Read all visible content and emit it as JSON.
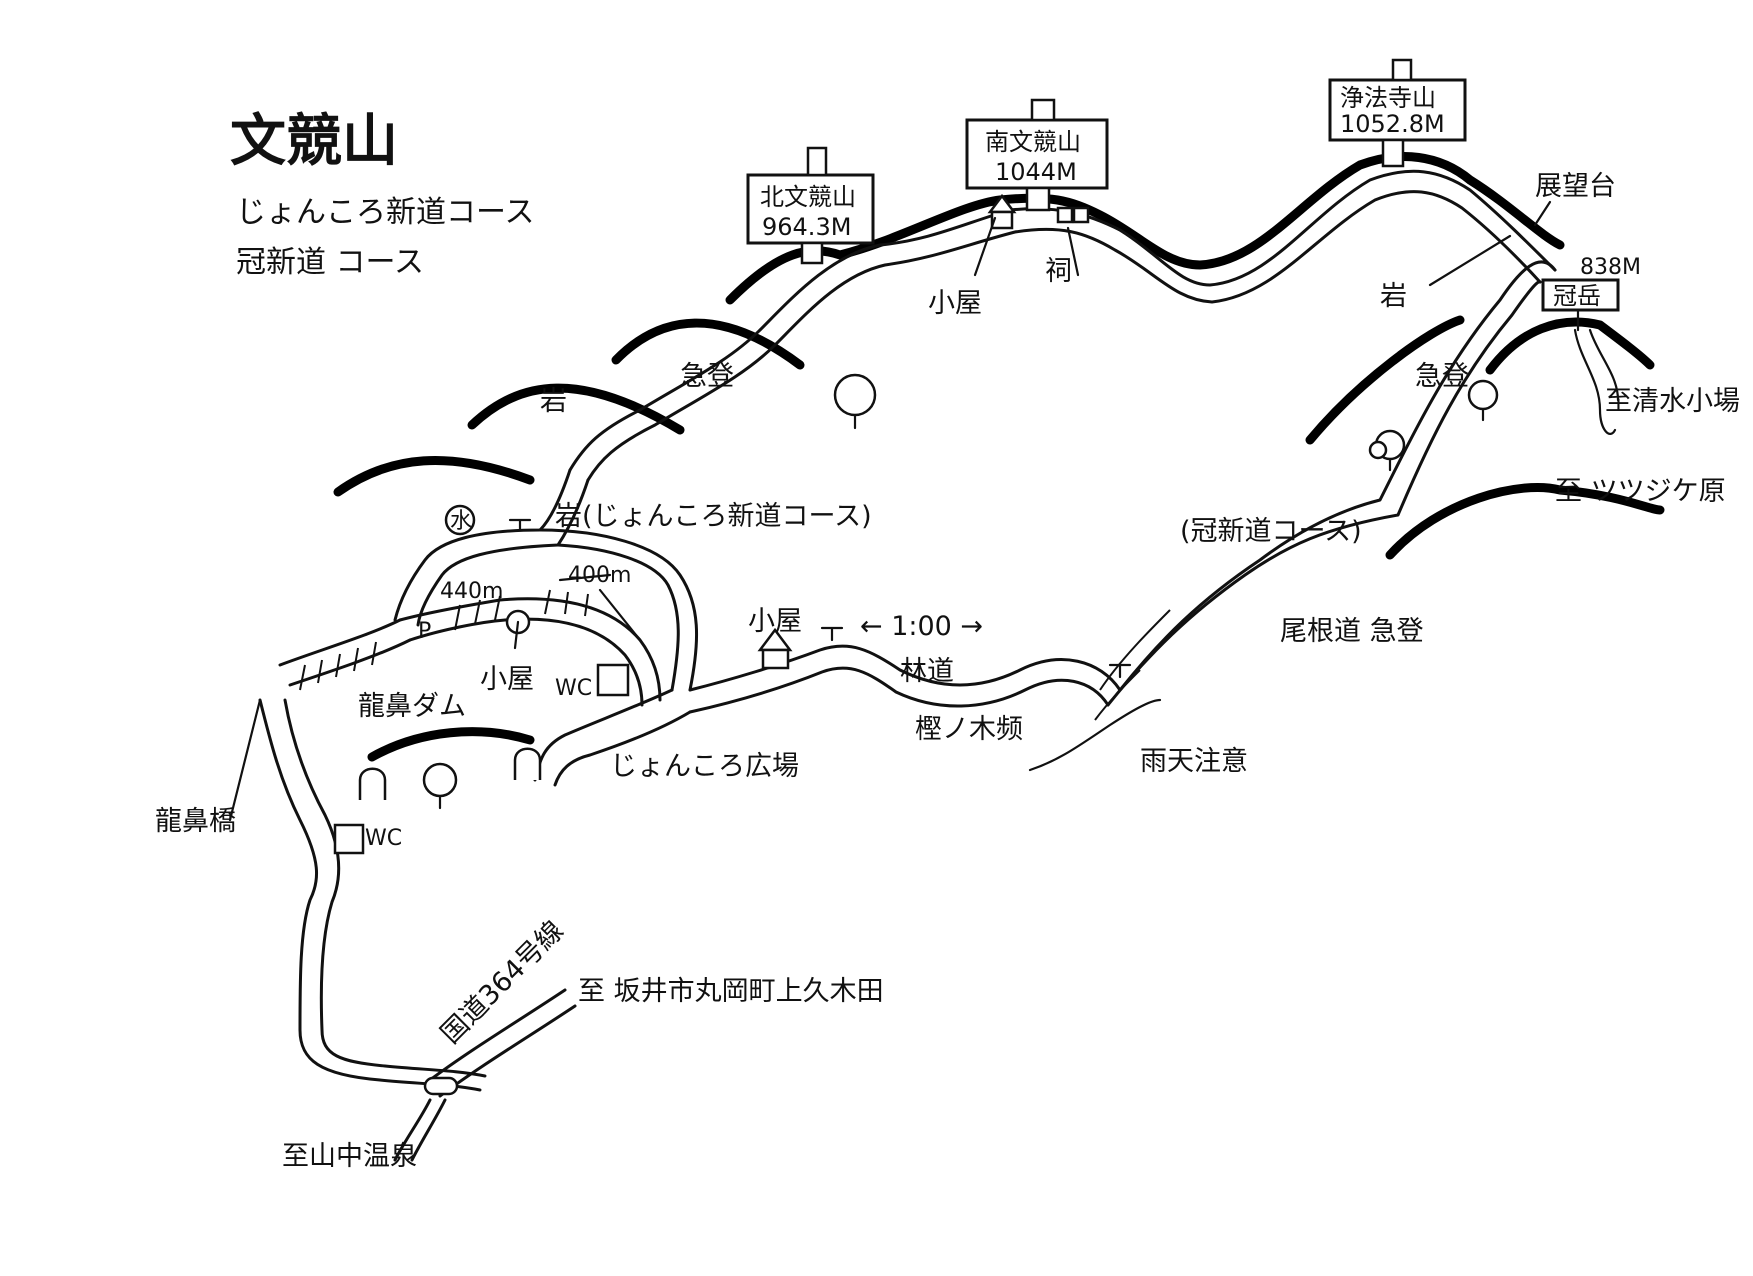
{
  "map": {
    "title": "文競山",
    "subtitles": [
      "じょんころ新道コース",
      "冠新道 コース"
    ],
    "peaks": [
      {
        "name": "北文競山",
        "elevation": "964.3M"
      },
      {
        "name": "南文競山",
        "elevation": "1044M"
      },
      {
        "name": "浄法寺山",
        "elevation": "1052.8M"
      },
      {
        "name": "冠岳",
        "elevation": "838M"
      }
    ],
    "labels": {
      "kyutou_upper": "急登",
      "iwa_upper": "岩",
      "koya_ridge": "小屋",
      "hokora": "祠",
      "tenbodai": "展望台",
      "iwa_right": "岩",
      "kyutou_right": "急登",
      "itaru_shimizu": "至清水小場",
      "itaru_tsutsuji": "至 ツツジケ原",
      "kanmuri_course": "(冠新道コース)",
      "iwa_jonkoro": "岩(じょんころ新道コース)",
      "dist_440": "440m",
      "dist_400": "400m",
      "koya_lower": "小屋",
      "koya_forest": "小屋",
      "scale": "← 1:00 →",
      "rindo": "林道",
      "kakinoki": "樫ノ木频",
      "yane_kyutou": "尾根道 急登",
      "uten": "雨天注意",
      "dam": "龍鼻ダム",
      "wc_upper": "WC",
      "wc_lower": "WC",
      "jonkoro_hiroba": "じょんころ広場",
      "ryubi_bridge": "龍鼻橋",
      "route364": "国道364号線",
      "itaru_sakai": "至 坂井市丸岡町上久木田",
      "itaru_yamanaka": "至山中温泉",
      "parking_p": "P",
      "water": "水"
    }
  }
}
